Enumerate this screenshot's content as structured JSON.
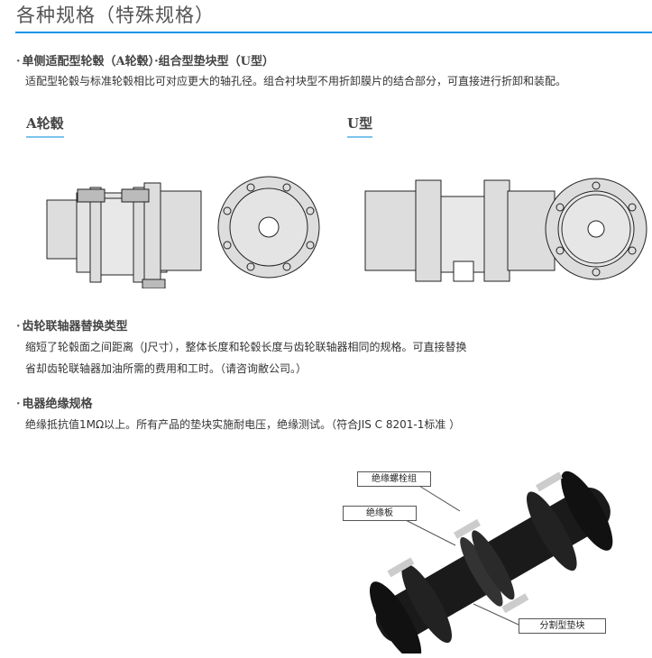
{
  "page": {
    "title": "各种规格（特殊规格）",
    "accent_color": "#0b97e6",
    "sub_underline_color": "#7dc3ec"
  },
  "sections": [
    {
      "heading": "单侧适配型轮毂（A轮毂）·组合型垫块型（U型）",
      "paragraphs": [
        "适配型轮毂与标准轮毂相比可对应更大的轴孔径。组合衬块型不用折卸膜片的结合部分，可直接进行折卸和装配。"
      ],
      "figures": [
        {
          "label": "A轮毂",
          "description": "A轮毂 side section and end view drawing"
        },
        {
          "label": "U型",
          "description": "U型 side section and end view drawing"
        }
      ]
    },
    {
      "heading": "齿轮联轴器替换类型",
      "paragraphs": [
        "缩短了轮毂面之间距离（J尺寸），整体长度和轮毂长度与齿轮联轴器相同的规格。可直接替换",
        "省却齿轮联轴器加油所需的费用和工时。（请咨询敝公司。）"
      ]
    },
    {
      "heading": "电器绝缘规格",
      "paragraphs": [
        "绝缘抵抗值1MΩ以上。所有产品的垫块实施耐电压，绝缘测试。（符合JIS C 8201-1标准 ）"
      ],
      "figure_callouts": [
        "绝缘螺栓组",
        "绝缘板",
        "分割型垫块"
      ]
    }
  ],
  "bullet": "·"
}
